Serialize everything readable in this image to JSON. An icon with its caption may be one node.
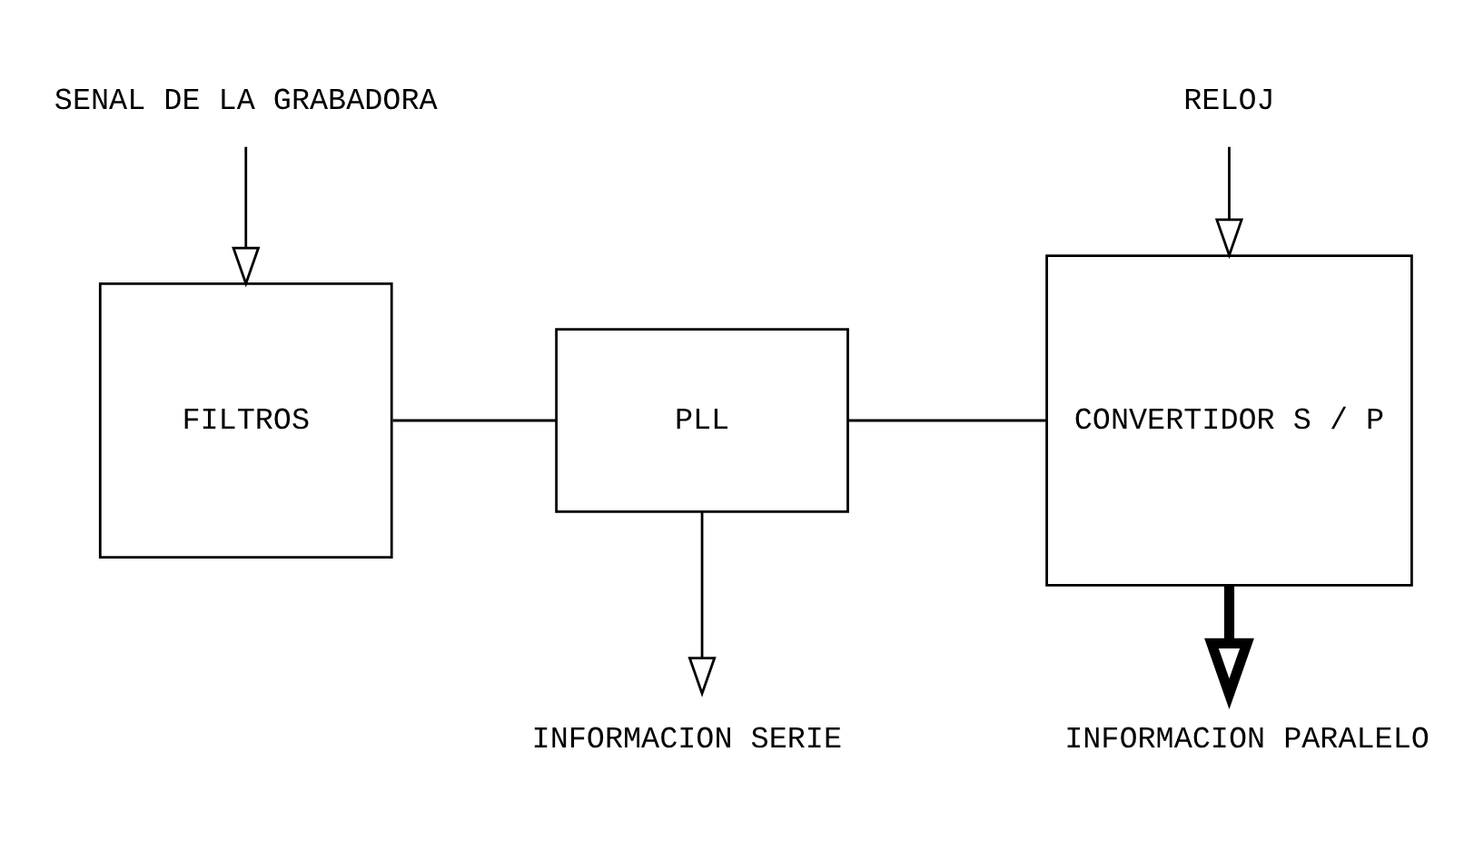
{
  "diagram": {
    "nodes": [
      {
        "text": [
          "SENAL DE LA GRABADORA"
        ]
      },
      {
        "text": [
          "FILTROS"
        ]
      },
      {
        "text": [
          "PLL"
        ]
      },
      {
        "text": [
          "CONVERTIDOR S / P"
        ]
      },
      {
        "text": [
          "RELOJ"
        ]
      },
      {
        "text": [
          "INFORMACION SERIE"
        ]
      },
      {
        "text": [
          "INFORMACION PARALELO"
        ]
      }
    ],
    "edges": [
      {
        "from": 0,
        "to": 1,
        "arrow": "to"
      },
      {
        "from": 1,
        "to": 2,
        "arrow": "none"
      },
      {
        "from": 2,
        "to": 3,
        "arrow": "none"
      },
      {
        "from": 2,
        "to": 5,
        "arrow": "to"
      },
      {
        "from": 4,
        "to": 3,
        "arrow": "to"
      },
      {
        "from": 3,
        "to": 6,
        "arrow": "to",
        "style": "thick"
      }
    ]
  }
}
